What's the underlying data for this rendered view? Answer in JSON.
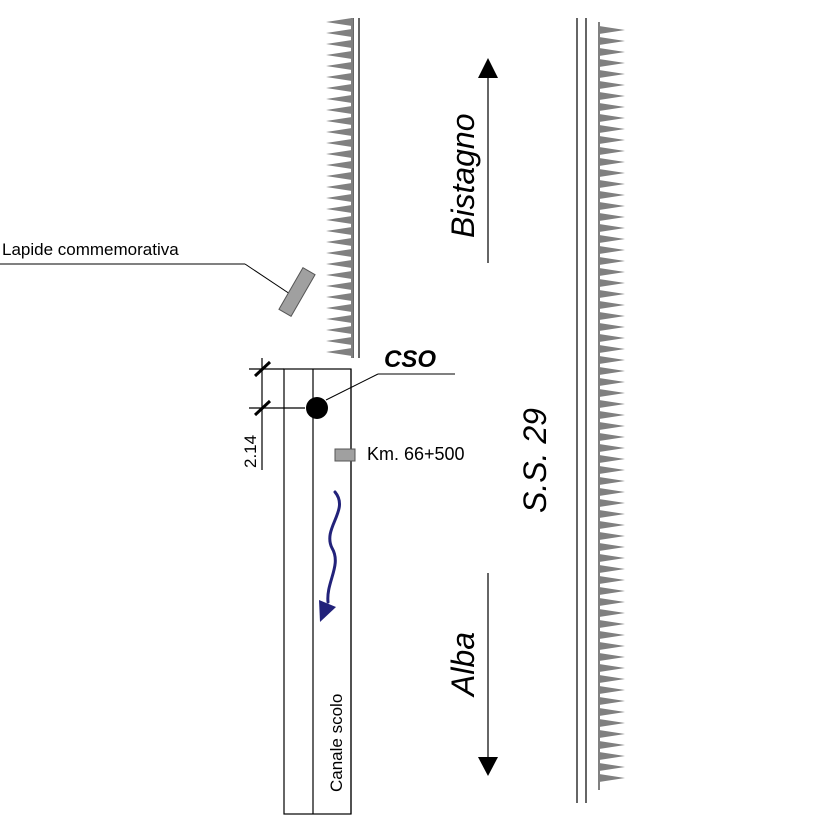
{
  "labels": {
    "lapide": "Lapide commemorativa",
    "cso": "CSO",
    "dimension": "2.14",
    "km": "Km. 66+500",
    "road": "S.S. 29",
    "north_town": "Bistagno",
    "south_town": "Alba",
    "canal": "Canale scolo"
  },
  "colors": {
    "line": "#000000",
    "embankment": "#808080",
    "marker": "#a0a0a0",
    "flow_arrow": "#22227a"
  },
  "icons": {
    "flow": "flow-direction-arrow-icon",
    "north": "arrow-up-icon",
    "south": "arrow-down-icon"
  }
}
